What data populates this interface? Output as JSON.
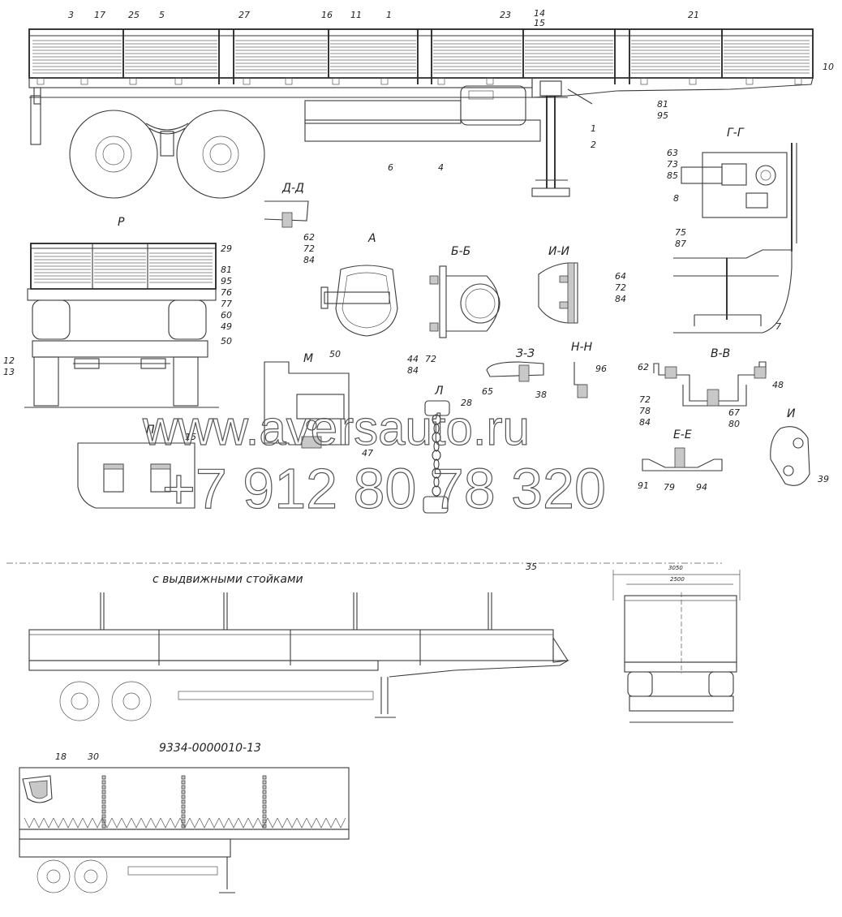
{
  "watermark": {
    "url": "www.aversauto.ru",
    "phone": "+7 912 80 78 320"
  },
  "captions": {
    "posts": "с выдвижными стойками",
    "model": "9334-0000010-13"
  },
  "views": {
    "r": "Р",
    "a": "А",
    "bb": "Б-Б",
    "ii": "И-И",
    "dd": "Д-Д",
    "gg": "Г-Г",
    "m": "М",
    "l": "Л",
    "zz": "З-З",
    "nn": "Н-Н",
    "vv": "В-В",
    "ee": "Е-Е",
    "i": "И",
    "p": "П"
  },
  "callouts": {
    "main": [
      "3",
      "17",
      "25",
      "5",
      "27",
      "16",
      "11",
      "1",
      "23",
      "14",
      "15",
      "21",
      "81",
      "95",
      "10",
      "1",
      "2",
      "4",
      "6"
    ],
    "r_view": [
      "29",
      "81",
      "95",
      "76",
      "77",
      "60",
      "49",
      "50",
      "12",
      "13"
    ],
    "dd": [
      "62",
      "72",
      "84"
    ],
    "a_view": [
      "50"
    ],
    "bb": [
      "44",
      "72",
      "84"
    ],
    "ii": [
      "64",
      "72",
      "84"
    ],
    "gg": [
      "63",
      "73",
      "85",
      "8",
      "75",
      "87",
      "7"
    ],
    "m_view": [
      "47"
    ],
    "l_view": [
      "28"
    ],
    "zz": [
      "65",
      "38"
    ],
    "nn": [
      "96"
    ],
    "vv": [
      "62",
      "72",
      "78",
      "84",
      "67",
      "80",
      "48"
    ],
    "ee": [
      "91",
      "79",
      "94"
    ],
    "i_view": [
      "39"
    ],
    "p_view": [
      "15"
    ],
    "posts_view": [
      "35"
    ],
    "tent": [
      "18",
      "30"
    ]
  },
  "dims": {
    "overall": "3050",
    "inner": "2500"
  }
}
